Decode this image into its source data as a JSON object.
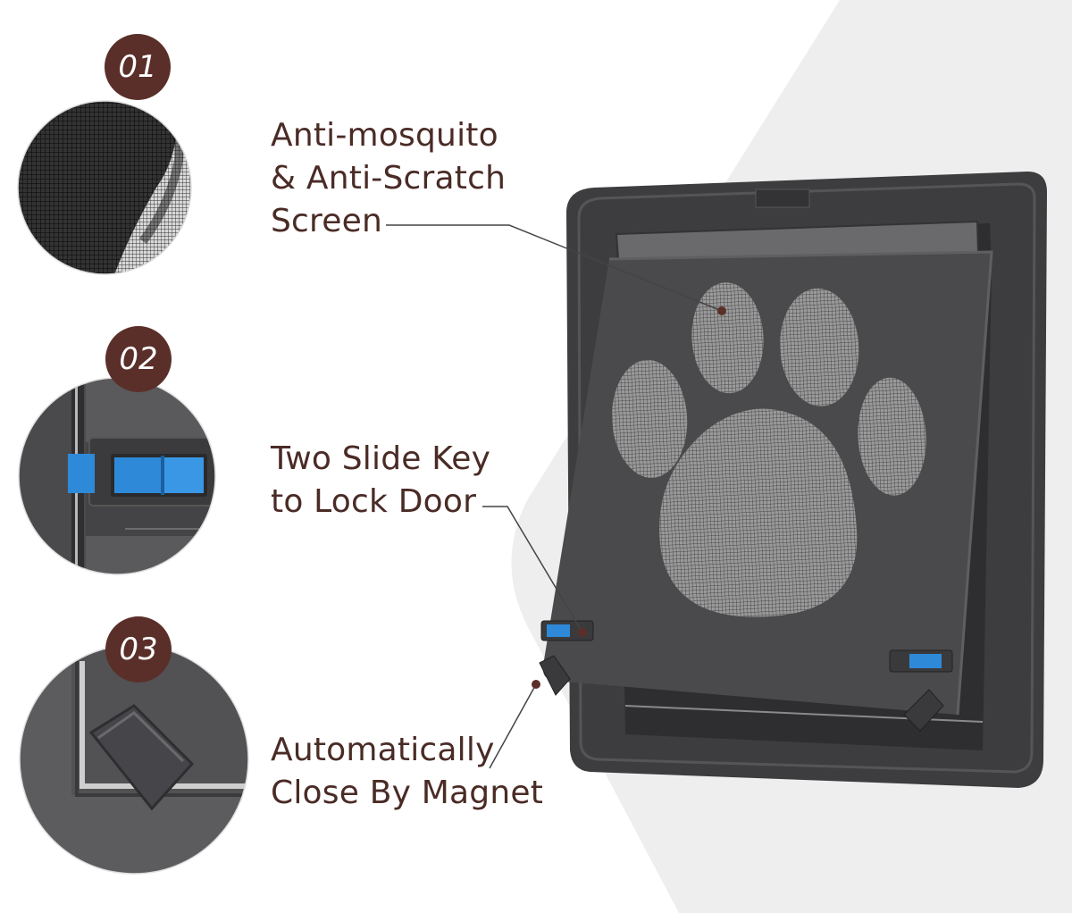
{
  "features": [
    {
      "number": "01",
      "lines": [
        "Anti-mosquito",
        "& Anti-Scratch",
        "Screen"
      ]
    },
    {
      "number": "02",
      "lines": [
        "Two Slide Key",
        "to Lock Door"
      ]
    },
    {
      "number": "03",
      "lines": [
        "Automatically",
        "Close By Magnet"
      ]
    }
  ],
  "colors": {
    "text": "#4a2b26",
    "badge": "#5b2f29",
    "frame": "#3d3d3f",
    "lock_key": "#2e8ad8",
    "background_shape": "#eeeeee"
  },
  "icons": [
    "paw-print-mesh",
    "slide-lock",
    "magnet-latch"
  ]
}
